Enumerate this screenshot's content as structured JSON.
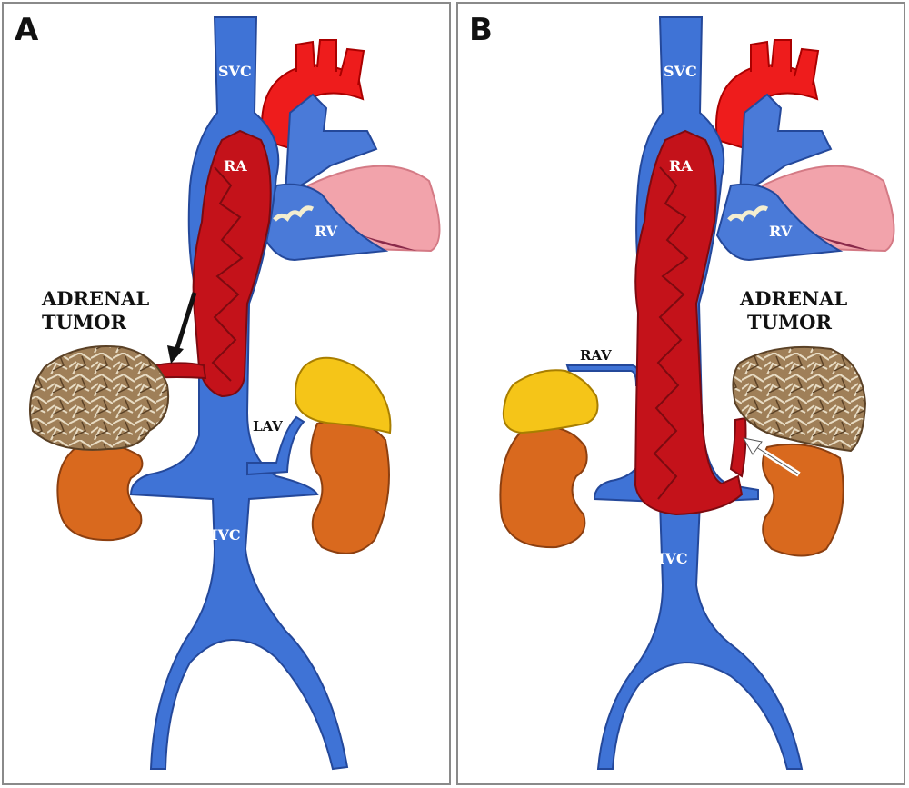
{
  "panels": [
    {
      "letter": "A",
      "labels": {
        "svc": "SVC",
        "ra": "RA",
        "rv": "RV",
        "lav": "LAV",
        "ivc": "IVC",
        "tumor_line1": "ADRENAL",
        "tumor_line2": "TUMOR"
      }
    },
    {
      "letter": "B",
      "labels": {
        "svc": "SVC",
        "ra": "RA",
        "rv": "RV",
        "rav": "RAV",
        "ivc": "IVC",
        "tumor_line1": "ADRENAL",
        "tumor_line2": "TUMOR"
      }
    }
  ],
  "colors": {
    "vein": "#3f73d6",
    "vein_dark": "#24489a",
    "thrombus": "#c4121a",
    "aorta": "#ee1c1c",
    "kidney": "#d9691e",
    "adrenal": "#f5c518",
    "tumor": "#9a7a55",
    "lung": "#f0a0a8"
  }
}
